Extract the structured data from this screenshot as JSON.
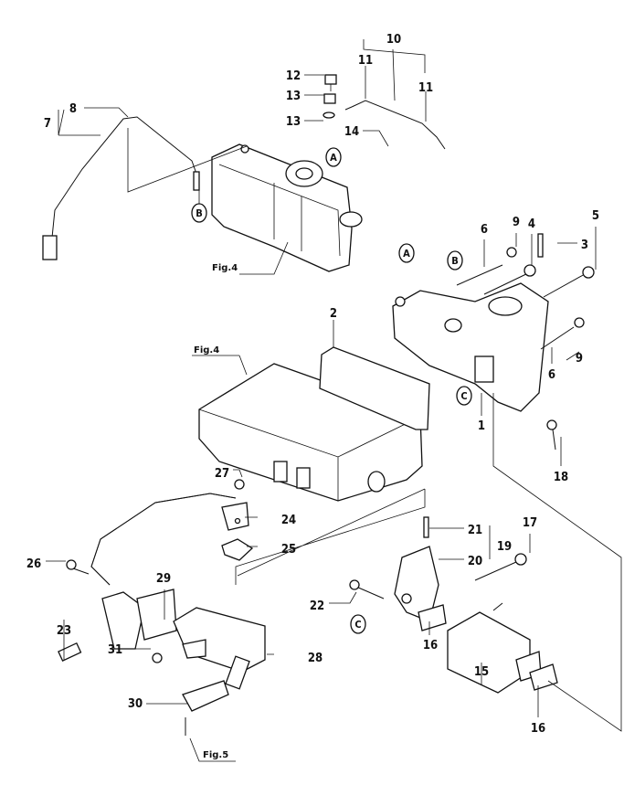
{
  "diagram": {
    "callouts": [
      "10",
      "11",
      "11",
      "12",
      "13",
      "13",
      "14",
      "8",
      "7",
      "6",
      "9",
      "4",
      "3",
      "5",
      "2",
      "9",
      "6",
      "1",
      "18",
      "27",
      "24",
      "25",
      "21",
      "19",
      "20",
      "17",
      "26",
      "29",
      "22",
      "23",
      "31",
      "28",
      "16",
      "15",
      "16",
      "30"
    ],
    "reference_markers": [
      "A",
      "B",
      "A",
      "B",
      "C",
      "C"
    ],
    "figure_refs": [
      "Fig.4",
      "Fig.4",
      "Fig.5"
    ]
  }
}
